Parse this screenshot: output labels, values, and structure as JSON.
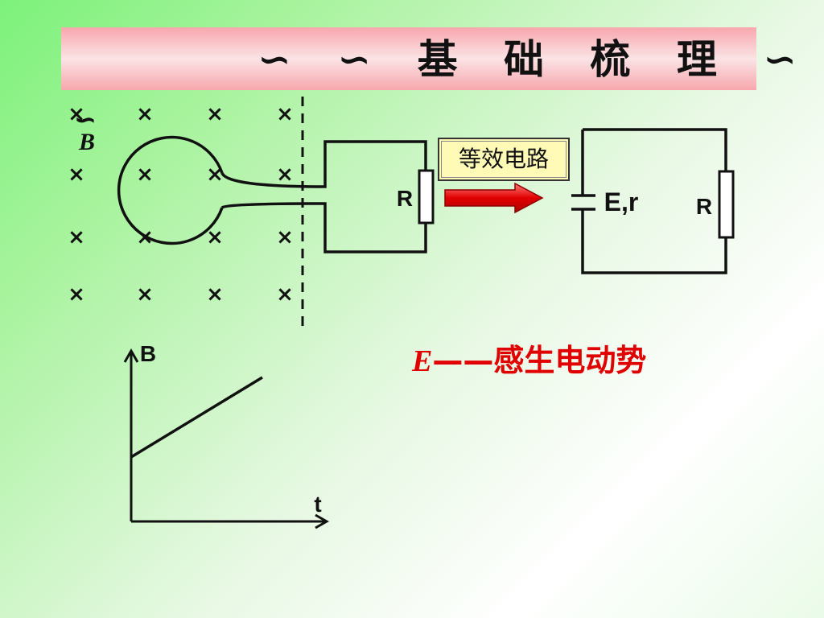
{
  "title": {
    "text": "∽ ∽ 基 础 梳 理 ∽"
  },
  "field": {
    "cross_glyph": "×",
    "symbol_tilde": "∽",
    "symbol_label": "B"
  },
  "loop_circuit": {
    "resistor_label": "R"
  },
  "equivalent": {
    "box_label": "等效电路",
    "source_label": "E,r",
    "resistor_label": "R"
  },
  "graph": {
    "y_axis_label": "B",
    "x_axis_label": "t"
  },
  "emf": {
    "symbol": "E",
    "text": "——感生电动势"
  },
  "colors": {
    "title_band": "#f7a7ad",
    "arrow": "#e00000",
    "emf_text": "#e00000",
    "box_fill": "#fffbb6"
  }
}
